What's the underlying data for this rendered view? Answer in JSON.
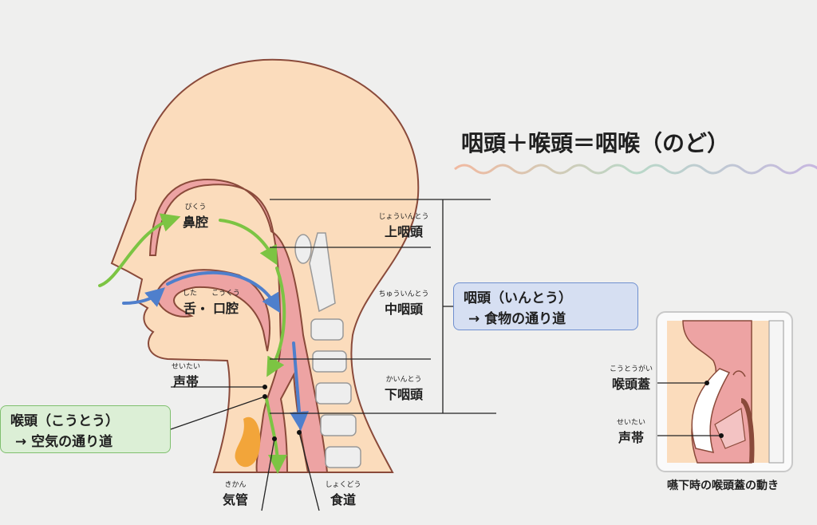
{
  "title": "咽頭＋喉頭＝咽喉（のど）",
  "labels": {
    "nasal_cavity": {
      "ruby": "びくう",
      "text": "鼻腔"
    },
    "tongue": {
      "ruby": "した",
      "text": "舌"
    },
    "sep": "・",
    "oral_cavity": {
      "ruby": "こうくう",
      "text": "口腔"
    },
    "vocal_cords": {
      "ruby": "せいたい",
      "text": "声帯"
    },
    "trachea": {
      "ruby": "きかん",
      "text": "気管"
    },
    "esophagus": {
      "ruby": "しょくどう",
      "text": "食道"
    },
    "nasopharynx": {
      "ruby": "じょういんとう",
      "text": "上咽頭"
    },
    "oropharynx": {
      "ruby": "ちゅういんとう",
      "text": "中咽頭"
    },
    "hypopharynx": {
      "ruby": "かいんとう",
      "text": "下咽頭"
    }
  },
  "pharynx_box": {
    "line1": "咽頭（いんとう）",
    "line2": "→ 食物の通り道"
  },
  "larynx_box": {
    "line1": "喉頭（こうとう）",
    "line2": "→ 空気の通り道"
  },
  "inset": {
    "epiglottis": {
      "ruby": "こうとうがい",
      "text": "喉頭蓋"
    },
    "vocal_cords": {
      "ruby": "せいたい",
      "text": "声帯"
    },
    "caption": "嚥下時の喉頭蓋の動き"
  },
  "colors": {
    "skin": "#fbdcbc",
    "pink": "#eda3a3",
    "air": "#7cc443",
    "food": "#4f7fcc",
    "bone": "#eeeeee"
  }
}
